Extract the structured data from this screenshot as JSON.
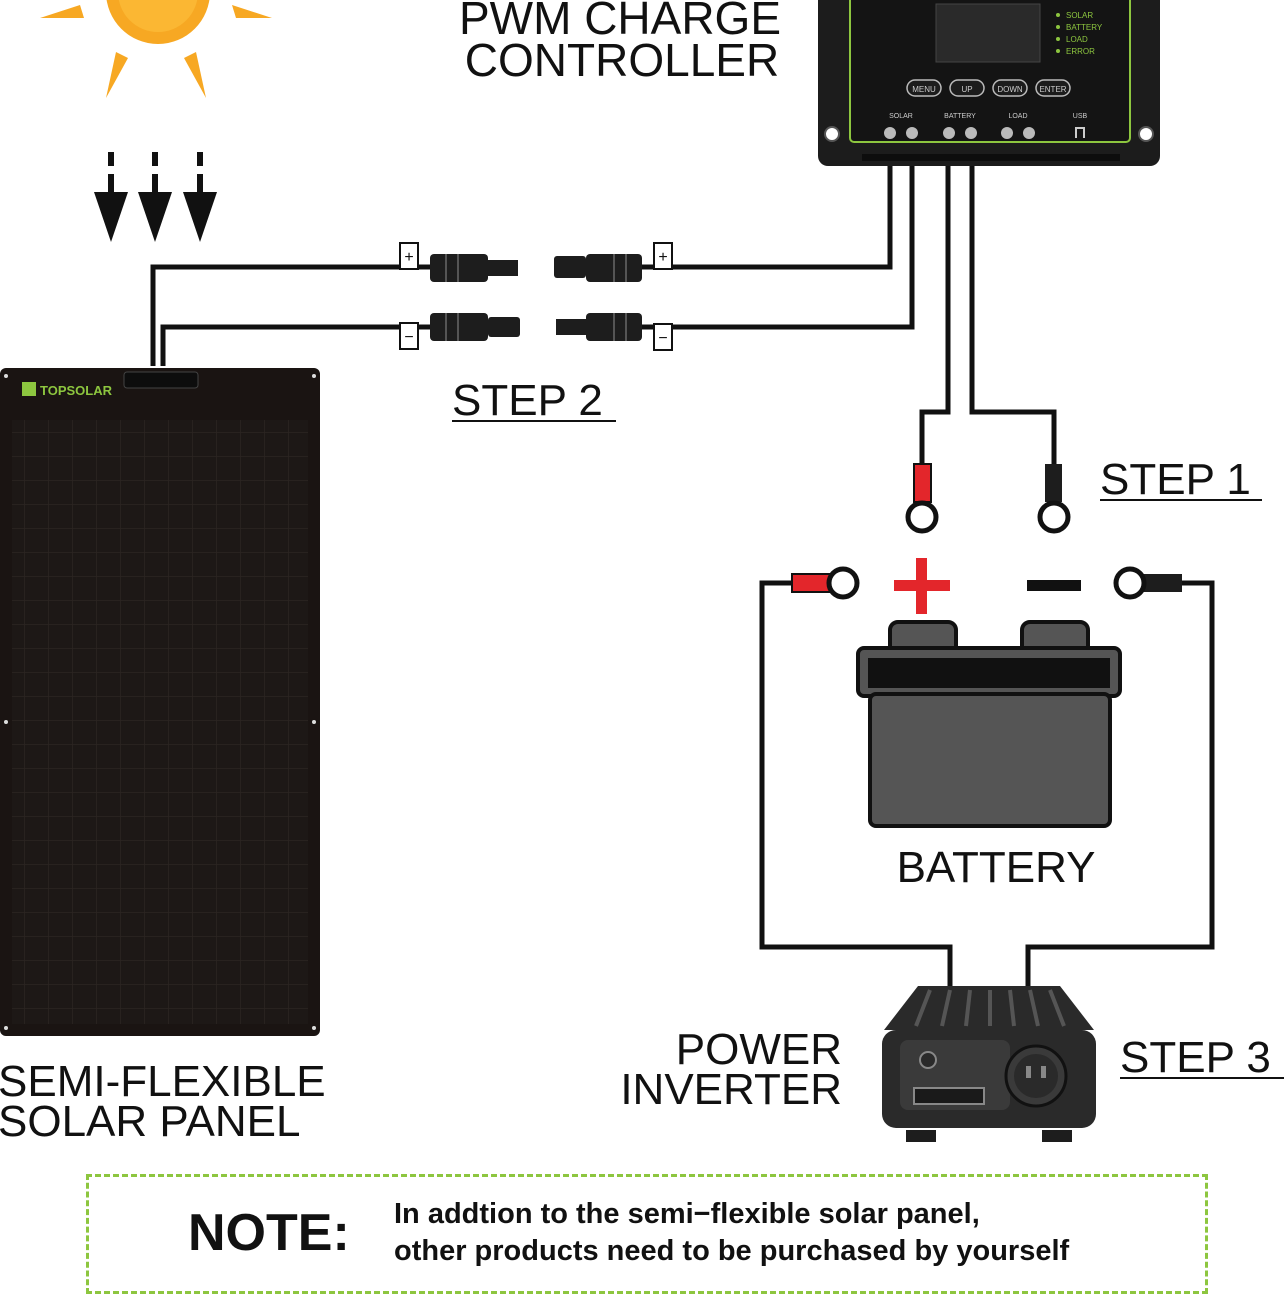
{
  "labels": {
    "controller_line1": "PWM CHARGE",
    "controller_line2": "CONTROLLER",
    "step1": "STEP 1",
    "step2": "STEP 2",
    "step3": "STEP 3",
    "battery": "BATTERY",
    "inverter_line1": "POWER",
    "inverter_line2": "INVERTER",
    "panel_line1": "SEMI-FLEXIBLE",
    "panel_line2": "SOLAR PANEL",
    "plus_sign": "+",
    "minus_sign": "−"
  },
  "panel": {
    "brand": "TOPSOLAR"
  },
  "controller": {
    "indicators": [
      "SOLAR",
      "BATTERY",
      "LOAD",
      "ERROR"
    ],
    "buttons": [
      "MENU",
      "UP",
      "DOWN",
      "ENTER"
    ],
    "terminals": [
      "SOLAR",
      "BATTERY",
      "LOAD",
      "USB"
    ]
  },
  "connectors": {
    "plus": "+",
    "minus": "−"
  },
  "note": {
    "title": "NOTE:",
    "line1": "In addtion to the semi−flexible solar panel,",
    "line2": "other products need to be purchased by yourself"
  },
  "colors": {
    "sun": "#f7a823",
    "accent_green": "#8dc63f",
    "positive_red": "#e3262b",
    "device_dark": "#222222",
    "battery_gray": "#555555"
  }
}
